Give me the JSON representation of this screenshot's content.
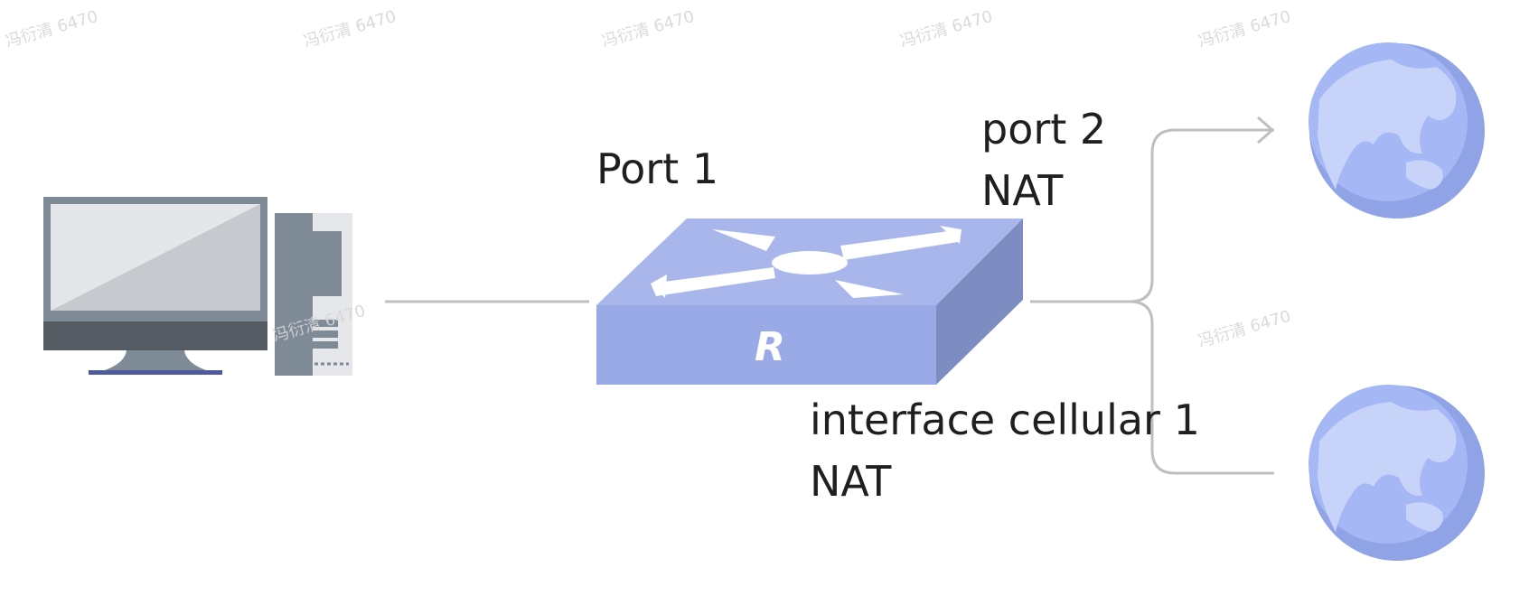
{
  "labels": {
    "port1": "Port 1",
    "port2": "port 2",
    "port2_nat": "NAT",
    "cellular": "interface cellular 1",
    "cellular_nat": "NAT",
    "router_mark": "R"
  },
  "watermark": "冯衍清 6470",
  "colors": {
    "router_top": "#a8b6ec",
    "router_front": "#99aae6",
    "router_side": "#7d8dc2",
    "globe": "#9fb2f2",
    "line": "#bfbfbf"
  },
  "icons": [
    "desktop-computer-icon",
    "router-icon",
    "globe-icon"
  ]
}
